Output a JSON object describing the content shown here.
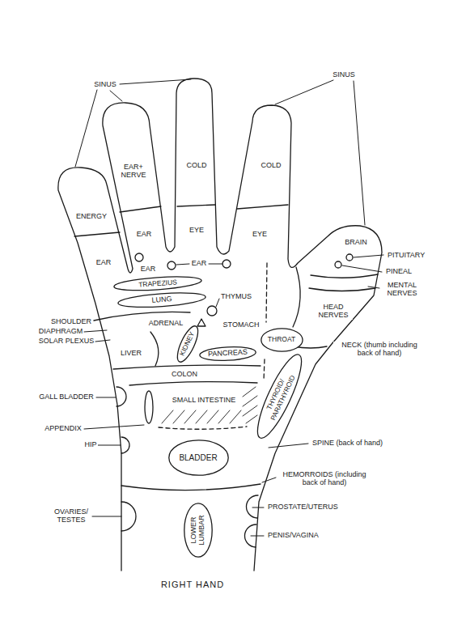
{
  "diagram": {
    "caption": "RIGHT HAND",
    "nodes": [
      {
        "text": [
          "TRAPEZIUS"
        ]
      },
      {
        "text": [
          "LUNG"
        ]
      },
      {
        "text": [
          "THROAT"
        ]
      },
      {
        "text": [
          "KIDNEY"
        ]
      },
      {
        "text": [
          "PANCREAS"
        ]
      },
      {
        "text": [
          "THYROID/ PARATHYROID"
        ]
      },
      {
        "text": [
          "BLADDER"
        ]
      },
      {
        "text": [
          "LOWER LUMBAR"
        ]
      }
    ],
    "labels": [
      "SINUS",
      "SINUS",
      "EAR+ NERVE",
      "COLD",
      "COLD",
      "ENERGY",
      "EAR",
      "EYE",
      "EYE",
      "BRAIN",
      "PITUITARY",
      "EAR",
      "EAR",
      "EAR",
      "PINEAL",
      "MENTAL NERVES",
      "THYMUS",
      "HEAD NERVES",
      "SHOULDER",
      "ADRENAL",
      "STOMACH",
      "DIAPHRAGM",
      "SOLAR PLEXUS",
      "NECK (thumb including back of hand)",
      "LIVER",
      "COLON",
      "GALL BLADDER",
      "SMALL INTESTINE",
      "APPENDIX",
      "SPINE (back of hand)",
      "HIP",
      "HEMORROIDS (including back of hand)",
      "PROSTATE/UTERUS",
      "OVARIES/ TESTES",
      "PENIS/VAGINA"
    ]
  }
}
